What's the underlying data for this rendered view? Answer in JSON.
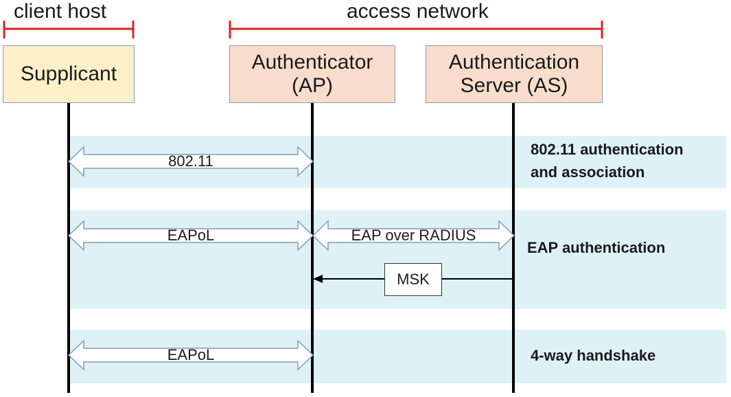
{
  "groups": {
    "client_host": "client host",
    "access_network": "access network"
  },
  "actors": {
    "supplicant": "Supplicant",
    "authenticator": "Authenticator\n(AP)",
    "auth_server": "Authentication\nServer (AS)"
  },
  "bands": {
    "assoc": "802.11 authentication\nand association",
    "eap": "EAP authentication",
    "handshake": "4-way handshake"
  },
  "messages": {
    "m80211": "802.11",
    "eapol_1": "EAPoL",
    "eap_radius": "EAP over RADIUS",
    "msk": "MSK",
    "eapol_2": "EAPoL"
  },
  "colors": {
    "bracket": "#e02020",
    "actor_supplicant": "#fdf0c9",
    "actor_network": "#f9ddcc",
    "band": "#def1f7",
    "arrow_stroke": "#7f9db9",
    "arrow_fill": "#ffffff"
  }
}
